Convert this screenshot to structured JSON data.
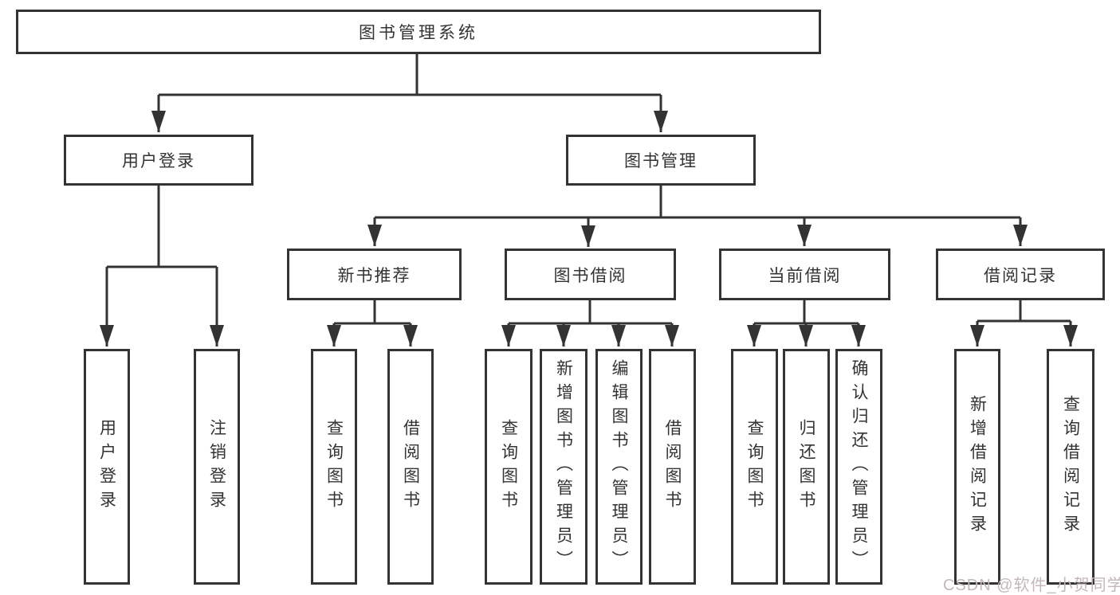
{
  "diagram_type": "hierarchy-tree",
  "watermark": "CSDN @软件_小贺同学",
  "colors": {
    "line": "#333333",
    "border": "#333333",
    "text": "#333333",
    "background": "#ffffff",
    "watermark_text": "#c3b7b9"
  },
  "nodes": {
    "root": {
      "label": "图书管理系统"
    },
    "level2": [
      {
        "label": "用户登录"
      },
      {
        "label": "图书管理"
      }
    ],
    "level3": [
      {
        "label": "新书推荐",
        "parent": "图书管理"
      },
      {
        "label": "图书借阅",
        "parent": "图书管理"
      },
      {
        "label": "当前借阅",
        "parent": "图书管理"
      },
      {
        "label": "借阅记录",
        "parent": "图书管理"
      }
    ],
    "leaves": [
      {
        "label": "用户登录",
        "parent": "用户登录"
      },
      {
        "label": "注销登录",
        "parent": "用户登录"
      },
      {
        "label": "查询图书",
        "parent": "新书推荐"
      },
      {
        "label": "借阅图书",
        "parent": "新书推荐"
      },
      {
        "label": "查询图书",
        "parent": "图书借阅"
      },
      {
        "label": "新增图书（管理员）",
        "parent": "图书借阅"
      },
      {
        "label": "编辑图书（管理员）",
        "parent": "图书借阅"
      },
      {
        "label": "借阅图书",
        "parent": "图书借阅"
      },
      {
        "label": "查询图书",
        "parent": "当前借阅"
      },
      {
        "label": "归还图书",
        "parent": "当前借阅"
      },
      {
        "label": "确认归还（管理员）",
        "parent": "当前借阅"
      },
      {
        "label": "新增借阅记录",
        "parent": "借阅记录"
      },
      {
        "label": "查询借阅记录",
        "parent": "借阅记录"
      }
    ]
  }
}
